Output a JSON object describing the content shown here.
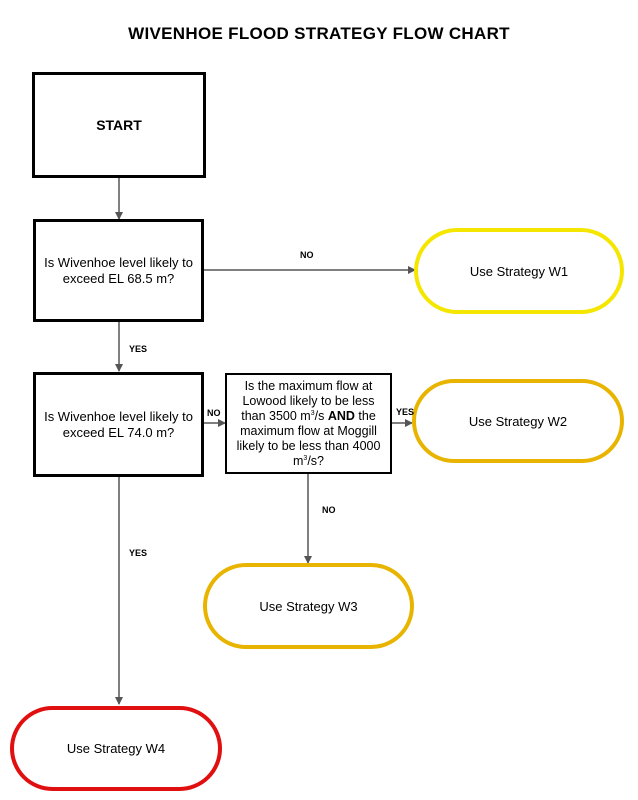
{
  "title": "WIVENHOE FLOOD STRATEGY FLOW CHART",
  "start": "START",
  "decisions": {
    "d1": "Is Wivenhoe level likely to exceed EL 68.5 m?",
    "d2": "Is Wivenhoe level likely to exceed EL 74.0 m?",
    "d3": {
      "part1": "Is the maximum flow at Lowood likely to be less than 3500 m",
      "sup1": "3",
      "part2": "/s ",
      "bold": "AND",
      "part3": " the maximum flow at Moggill likely to be less than 4000 m",
      "sup2": "3",
      "part4": "/s?"
    }
  },
  "strategies": {
    "w1": "Use Strategy W1",
    "w2": "Use Strategy W2",
    "w3": "Use Strategy W3",
    "w4": "Use Strategy W4"
  },
  "labels": {
    "d1_no": "NO",
    "d1_yes": "YES",
    "d2_no": "NO",
    "d2_yes": "YES",
    "d3_yes": "YES",
    "d3_no": "NO"
  },
  "colors": {
    "w1": "#f5e600",
    "w2": "#e8b400",
    "w3": "#e8b400",
    "w4": "#e01010",
    "connector": "#555555"
  }
}
